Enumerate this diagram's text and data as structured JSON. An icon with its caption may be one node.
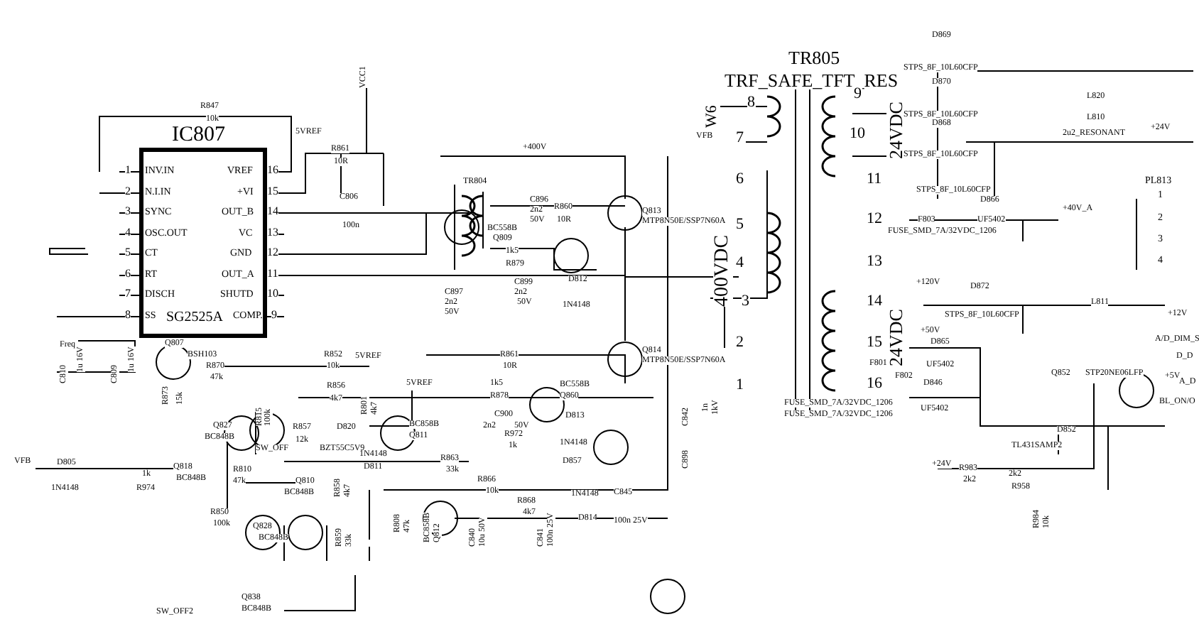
{
  "diagram": {
    "nodes": [
      {
        "text": [
          "IC807",
          "SG2525A"
        ]
      }
    ],
    "labels": [
      "1",
      "2",
      "3",
      "4",
      "5",
      "6",
      "7",
      "8",
      "INV.IN",
      "N.I.IN",
      "SYNC",
      "OSC.OUT",
      "CT",
      "RT",
      "DISCH",
      "SS",
      "16",
      "15",
      "14",
      "13",
      "12",
      "11",
      "10",
      "9",
      "VREF",
      "+VI",
      "OUT_B",
      "VC",
      "GND",
      "OUT_A",
      "SHUTD",
      "COMP.",
      "R847",
      "10k",
      "5VREF",
      "VCC1",
      "R861",
      "10R",
      "C806",
      "100n",
      "TR804",
      "+400V",
      "C896",
      "2n2",
      "50V",
      "R860",
      "10R",
      "BC558B",
      "Q809",
      "1k5",
      "R879",
      "C899",
      "2n2",
      "50V",
      "D812",
      "1N4148",
      "C897",
      "2n2",
      "50V",
      "Q813",
      "MTP8N50E/SSP7N60A",
      "Q814",
      "MTP8N50E/SSP7N60A",
      "R861",
      "10R",
      "1k5",
      "R878",
      "C900",
      "2n2",
      "50V",
      "BC558B",
      "Q860",
      "D813",
      "1N4148",
      "R972",
      "1k",
      "D857",
      "400VDC",
      "C842",
      "1n",
      "1kV",
      "C898",
      "Freq",
      "C810",
      "1u 16V",
      "C809",
      "1u 16V",
      "Q807",
      "BSH103",
      "R870",
      "47k",
      "R852",
      "10k",
      "5VREF",
      "R873",
      "15k",
      "R856",
      "4k7",
      "5VREF",
      "R815",
      "100k",
      "Q827",
      "BC848B",
      "SW_OFF",
      "R857",
      "12k",
      "D820",
      "BZT55C5V9",
      "R801",
      "4k7",
      "BC858B",
      "Q811",
      "VFB",
      "D805",
      "1N4148",
      "1k",
      "R974",
      "Q818",
      "BC848B",
      "R810",
      "47k",
      "R850",
      "100k",
      "Q810",
      "BC848B",
      "Q828",
      "BC848B",
      "1N4148",
      "D811",
      "R858",
      "4k7",
      "R859",
      "33k",
      "R808",
      "47k",
      "Q838",
      "BC848B",
      "SW_OFF2",
      "R863",
      "33k",
      "BC858B",
      "Q812",
      "R866",
      "10k",
      "R868",
      "4k7",
      "C840",
      "10u 50V",
      "C841",
      "100n 25V",
      "1N4148",
      "D814",
      "C845",
      "100n 25V",
      "TR805",
      "TRF_SAFE_TFT_RES",
      "8",
      "W6",
      "VFB",
      "7",
      "6",
      "5",
      "4",
      "3",
      "2",
      "1",
      "9",
      "10",
      "11",
      "12",
      "13",
      "14",
      "15",
      "16",
      "24VDC",
      "24VDC",
      "D869",
      "STPS_8F_10L60CFP",
      "D870",
      "STPS_8F_10L60CFP",
      "D868",
      "STPS_8F_10L60CFP",
      "STPS_8F_10L60CFP",
      "L820",
      "L810",
      "2u2_RESONANT",
      "+24V",
      "PL813",
      "1",
      "2",
      "3",
      "4",
      "F803",
      "D866",
      "UF5402",
      "+40V_A",
      "FUSE_SMD_7A/32VDC_1206",
      "+120V",
      "D872",
      "STPS_8F_10L60CFP",
      "L811",
      "+12V",
      "A/D_DIM_S",
      "D_D",
      "+5V",
      "A_D",
      "BL_ON/O",
      "+50V",
      "F801",
      "D865",
      "UF5402",
      "F802",
      "D846",
      "UF5402",
      "FUSE_SMD_7A/32VDC_1206",
      "FUSE_SMD_7A/32VDC_1206",
      "Q852",
      "STP20NE06LFP",
      "D852",
      "TL431SAMP2",
      "+24V",
      "R983",
      "2k2",
      "2k2",
      "R958",
      "R984",
      "10k"
    ]
  }
}
